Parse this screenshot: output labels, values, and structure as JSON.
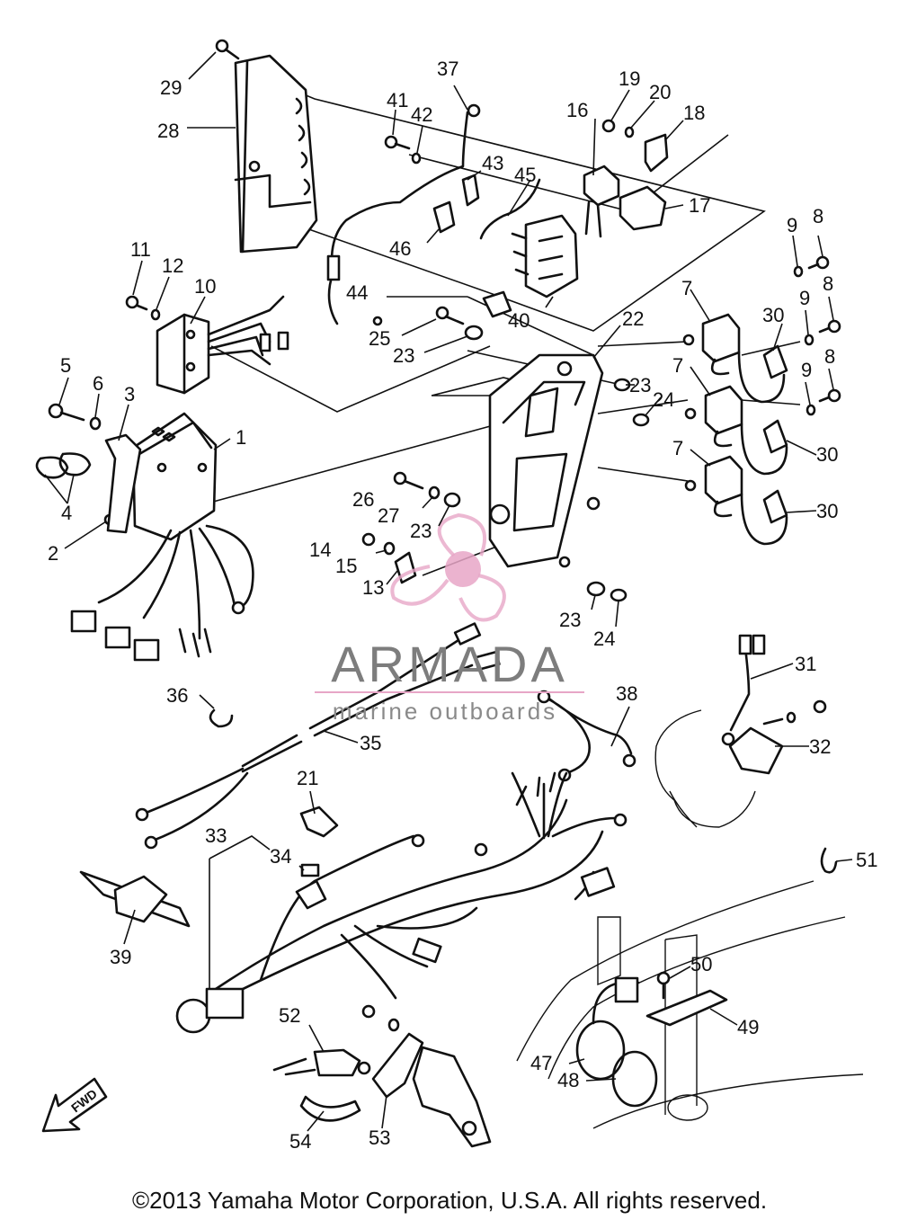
{
  "watermark": {
    "brand": "ARMADA",
    "tagline": "marine outboards",
    "accent_color": "#e7a6c7",
    "icon": "propeller-icon"
  },
  "colors": {
    "line": "#111111",
    "background": "#ffffff",
    "watermark_text": "#7d7d7d"
  },
  "direction_tag": "FWD",
  "callouts": [
    {
      "id": "c1",
      "text": "1"
    },
    {
      "id": "c2",
      "text": "2"
    },
    {
      "id": "c3",
      "text": "3"
    },
    {
      "id": "c4",
      "text": "4"
    },
    {
      "id": "c5",
      "text": "5"
    },
    {
      "id": "c6",
      "text": "6"
    },
    {
      "id": "c7a",
      "text": "7"
    },
    {
      "id": "c7b",
      "text": "7"
    },
    {
      "id": "c7c",
      "text": "7"
    },
    {
      "id": "c8a",
      "text": "8"
    },
    {
      "id": "c8b",
      "text": "8"
    },
    {
      "id": "c8c",
      "text": "8"
    },
    {
      "id": "c9a",
      "text": "9"
    },
    {
      "id": "c9b",
      "text": "9"
    },
    {
      "id": "c9c",
      "text": "9"
    },
    {
      "id": "c10",
      "text": "10"
    },
    {
      "id": "c11",
      "text": "11"
    },
    {
      "id": "c12",
      "text": "12"
    },
    {
      "id": "c13",
      "text": "13"
    },
    {
      "id": "c14",
      "text": "14"
    },
    {
      "id": "c15",
      "text": "15"
    },
    {
      "id": "c16",
      "text": "16"
    },
    {
      "id": "c17",
      "text": "17"
    },
    {
      "id": "c18",
      "text": "18"
    },
    {
      "id": "c19",
      "text": "19"
    },
    {
      "id": "c20",
      "text": "20"
    },
    {
      "id": "c21",
      "text": "21"
    },
    {
      "id": "c22",
      "text": "22"
    },
    {
      "id": "c23a",
      "text": "23"
    },
    {
      "id": "c23b",
      "text": "23"
    },
    {
      "id": "c23c",
      "text": "23"
    },
    {
      "id": "c23d",
      "text": "23"
    },
    {
      "id": "c24a",
      "text": "24"
    },
    {
      "id": "c24b",
      "text": "24"
    },
    {
      "id": "c25",
      "text": "25"
    },
    {
      "id": "c26",
      "text": "26"
    },
    {
      "id": "c27",
      "text": "27"
    },
    {
      "id": "c28",
      "text": "28"
    },
    {
      "id": "c29",
      "text": "29"
    },
    {
      "id": "c30a",
      "text": "30"
    },
    {
      "id": "c30b",
      "text": "30"
    },
    {
      "id": "c30c",
      "text": "30"
    },
    {
      "id": "c31",
      "text": "31"
    },
    {
      "id": "c32",
      "text": "32"
    },
    {
      "id": "c33",
      "text": "33"
    },
    {
      "id": "c34",
      "text": "34"
    },
    {
      "id": "c35",
      "text": "35"
    },
    {
      "id": "c36",
      "text": "36"
    },
    {
      "id": "c37",
      "text": "37"
    },
    {
      "id": "c38",
      "text": "38"
    },
    {
      "id": "c39",
      "text": "39"
    },
    {
      "id": "c40",
      "text": "40"
    },
    {
      "id": "c41",
      "text": "41"
    },
    {
      "id": "c42",
      "text": "42"
    },
    {
      "id": "c43",
      "text": "43"
    },
    {
      "id": "c44",
      "text": "44"
    },
    {
      "id": "c45",
      "text": "45"
    },
    {
      "id": "c46",
      "text": "46"
    },
    {
      "id": "c47",
      "text": "47"
    },
    {
      "id": "c48",
      "text": "48"
    },
    {
      "id": "c49",
      "text": "49"
    },
    {
      "id": "c50",
      "text": "50"
    },
    {
      "id": "c51",
      "text": "51"
    },
    {
      "id": "c52",
      "text": "52"
    },
    {
      "id": "c53",
      "text": "53"
    },
    {
      "id": "c54",
      "text": "54"
    }
  ],
  "copyright": "©2013 Yamaha Motor Corporation, U.S.A. All rights reserved."
}
